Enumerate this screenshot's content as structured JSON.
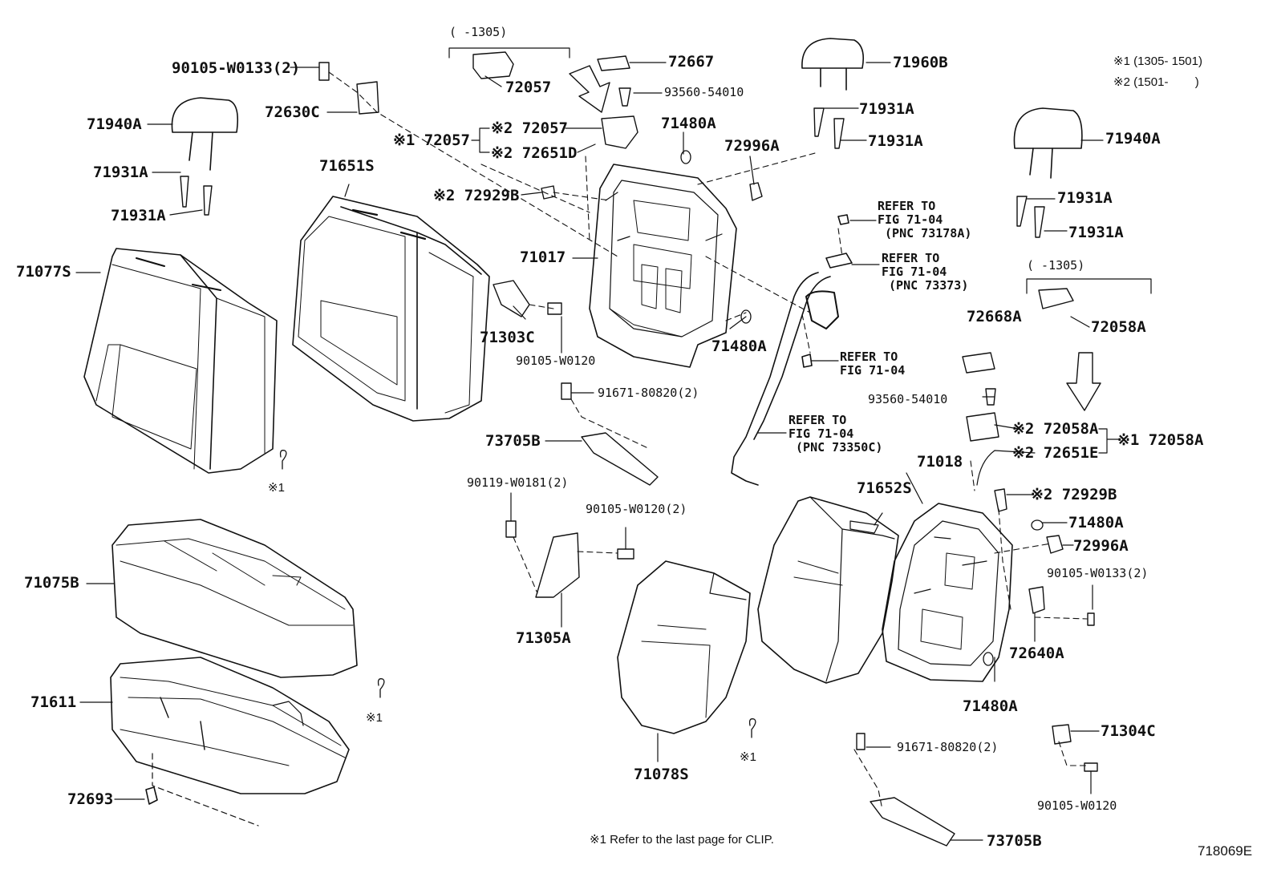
{
  "diagram": {
    "figure_number": "718069E",
    "footnote": "※1 Refer to the last page for CLIP.",
    "legend": {
      "note1": "※1 (1305- 1501)",
      "note2": "※2 (1501-        )"
    },
    "labels": {
      "p90105_W0133_2_top": "90105-W0133(2)",
      "p72630C": "72630C",
      "p71940A_left": "71940A",
      "p71931A_l1": "71931A",
      "p71931A_l2": "71931A",
      "p71077S": "71077S",
      "p71651S": "71651S",
      "range_1305_top": "(     -1305)",
      "p72057_top": "72057",
      "p72057_x1": "※1 72057",
      "p72057_x2": "※2 72057",
      "p72651D": "※2 72651D",
      "p72929B_top": "※2 72929B",
      "p72667": "72667",
      "p93560_top": "93560-54010",
      "p71480A_top": "71480A",
      "p72996A_top": "72996A",
      "p71017": "71017",
      "p71303C": "71303C",
      "p90105_W0120_mid": "90105-W0120",
      "p71480A_mid": "71480A",
      "p91671_top": "91671-80820(2)",
      "p73705B_top": "73705B",
      "p90119": "90119-W0181(2)",
      "p90105_W0120_2": "90105-W0120(2)",
      "p71305A": "71305A",
      "p71960B": "71960B",
      "p71931A_c1": "71931A",
      "p71931A_c2": "71931A",
      "ref_73178A": "REFER TO\nFIG 71-04\n (PNC 73178A)",
      "ref_73373": "REFER TO\nFIG 71-04\n (PNC 73373)",
      "ref_plain": "REFER TO\nFIG 71-04",
      "ref_73350C": "REFER TO\nFIG 71-04\n (PNC 73350C)",
      "p71940A_right": "71940A",
      "p71931A_r1": "71931A",
      "p71931A_r2": "71931A",
      "range_1305_right": "(     -1305)",
      "p72058A_top": "72058A",
      "p72668A": "72668A",
      "p93560_right": "93560-54010",
      "p72058A_x2": "※2 72058A",
      "p72058A_x1": "※1 72058A",
      "p72651E": "※2 72651E",
      "p71018": "71018",
      "p71652S": "71652S",
      "p72929B_right": "※2 72929B",
      "p71480A_r1": "71480A",
      "p72996A_right": "72996A",
      "p90105_W0133_2_right": "90105-W0133(2)",
      "p72640A": "72640A",
      "p71480A_r2": "71480A",
      "p71304C": "71304C",
      "p90105_W0120_bot": "90105-W0120",
      "p91671_bot": "91671-80820(2)",
      "p73705B_bot": "73705B",
      "p71078S": "71078S",
      "p71075B": "71075B",
      "p71611": "71611",
      "p72693": "72693",
      "clip1": "※1",
      "clip2": "※1",
      "clip3": "※1"
    }
  }
}
